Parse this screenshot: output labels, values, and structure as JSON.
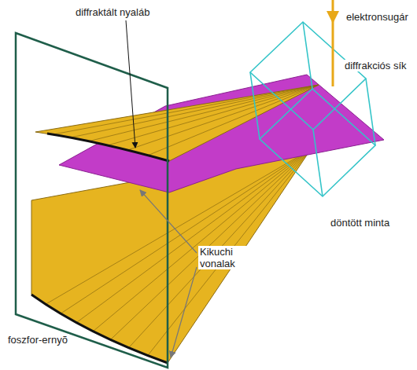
{
  "diagram": {
    "labels": [
      "elektronsugár",
      "diffraktált nyaláb",
      "diffrakciós sík",
      "döntött minta",
      "Kikuchi vonalak",
      "foszfor-ernyõ"
    ]
  }
}
